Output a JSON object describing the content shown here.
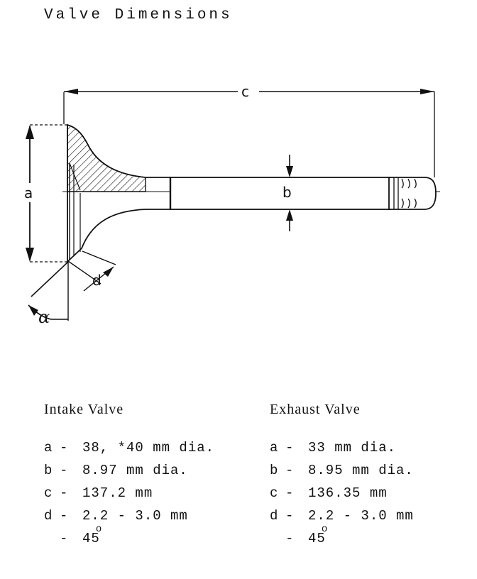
{
  "title": "Valve Dimensions",
  "diagram_labels": {
    "a": "a",
    "b": "b",
    "c": "c",
    "d": "d",
    "alpha": "α"
  },
  "intake": {
    "heading": "Intake Valve",
    "rows": [
      {
        "key": "a",
        "sep": "-",
        "value": "38, *40 mm dia."
      },
      {
        "key": "b",
        "sep": "-",
        "value": "8.97 mm dia."
      },
      {
        "key": "c",
        "sep": "-",
        "value": "137.2 mm"
      },
      {
        "key": "d",
        "sep": "-",
        "value_pre": "2.",
        "value_sub": "2",
        "value_sub_mark": "o",
        "value_post": " - 3.0 mm"
      }
    ],
    "angle": {
      "sep": "-",
      "value": "45"
    }
  },
  "exhaust": {
    "heading": "Exhaust Valve",
    "rows": [
      {
        "key": "a",
        "sep": "-",
        "value": "33 mm dia."
      },
      {
        "key": "b",
        "sep": "-",
        "value": "8.95 mm dia."
      },
      {
        "key": "c",
        "sep": "-",
        "value": "136.35 mm"
      },
      {
        "key": "d",
        "sep": "-",
        "value_pre": "2.",
        "value_sub": "2",
        "value_sub_mark": "o",
        "value_post": " - 3.0 mm"
      }
    ],
    "angle": {
      "sep": "-",
      "value": "45"
    }
  }
}
